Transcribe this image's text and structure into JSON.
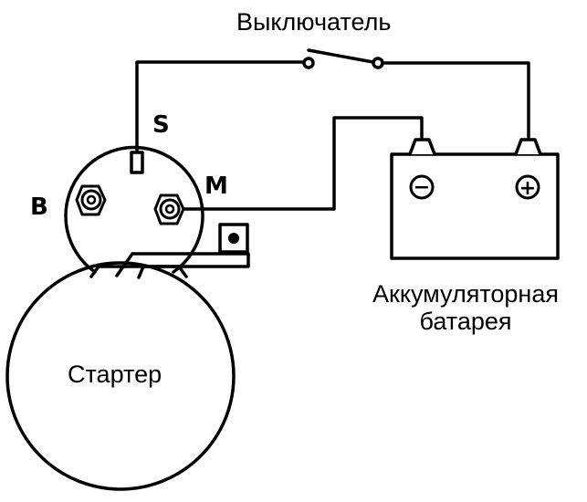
{
  "switch_label": "Выключатель",
  "terminals": {
    "s": "S",
    "b": "B",
    "m": "M"
  },
  "battery_label": {
    "line1": "Аккумуляторная",
    "line2": "батарея"
  },
  "starter_label": "Стартер",
  "polarity": {
    "negative": "−",
    "positive": "+"
  },
  "colors": {
    "ink": "#000000",
    "background": "#ffffff"
  }
}
